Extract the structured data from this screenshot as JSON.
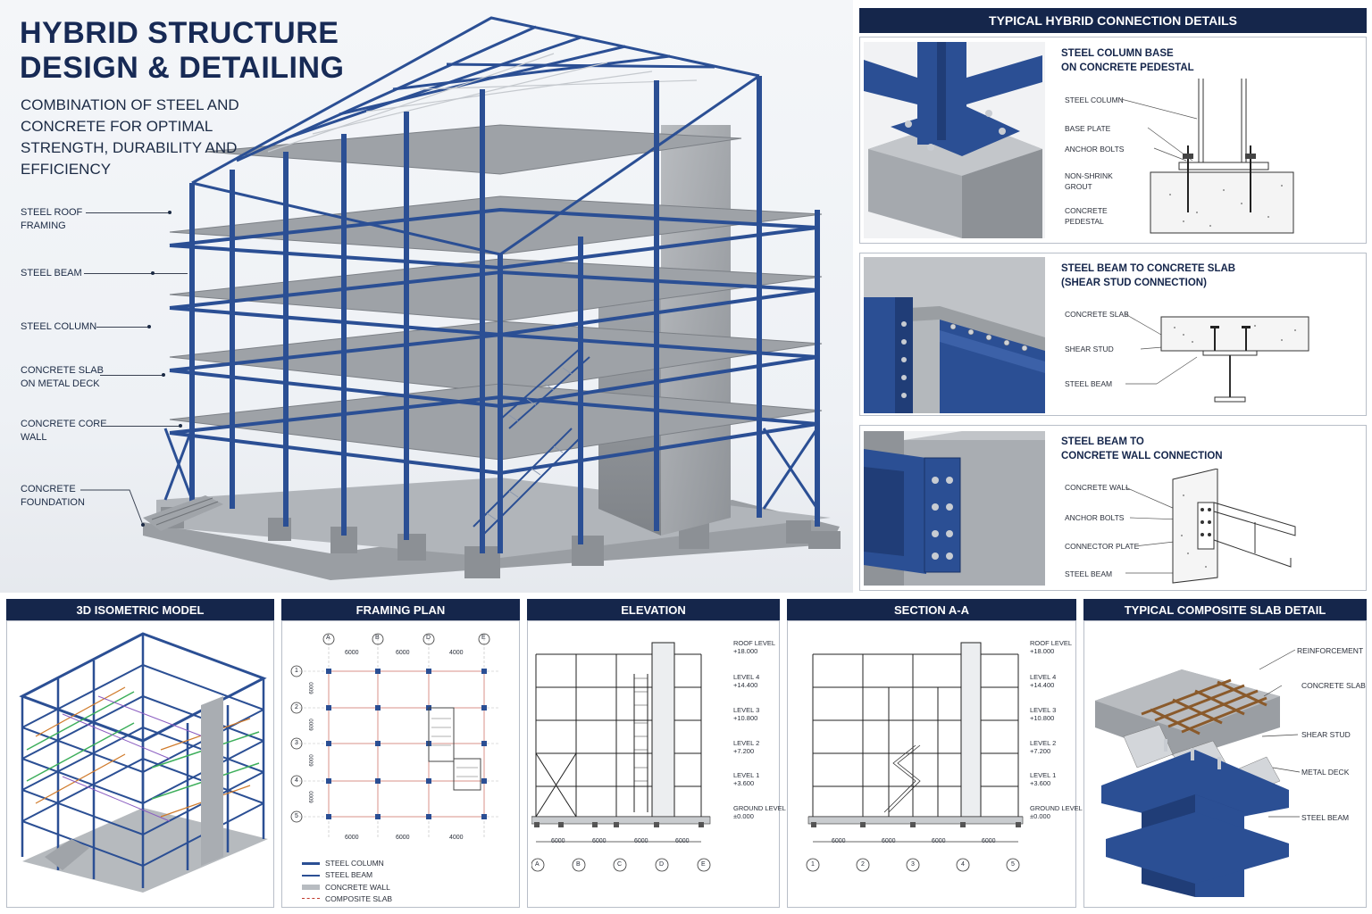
{
  "hero": {
    "title_line1": "HYBRID STRUCTURE",
    "title_line2": "DESIGN & DETAILING",
    "subtitle": "COMBINATION OF STEEL AND CONCRETE FOR OPTIMAL STRENGTH, DURABILITY AND EFFICIENCY",
    "callouts": [
      {
        "line1": "STEEL ROOF",
        "line2": "FRAMING"
      },
      {
        "line1": "STEEL BEAM",
        "line2": ""
      },
      {
        "line1": "STEEL COLUMN",
        "line2": ""
      },
      {
        "line1": "CONCRETE SLAB",
        "line2": "ON METAL DECK"
      },
      {
        "line1": "CONCRETE CORE",
        "line2": "WALL"
      },
      {
        "line1": "CONCRETE",
        "line2": "FOUNDATION"
      }
    ]
  },
  "connections": {
    "header": "TYPICAL HYBRID CONNECTION DETAILS",
    "details": [
      {
        "title_line1": "STEEL COLUMN BASE",
        "title_line2": "ON CONCRETE PEDESTAL",
        "labels": [
          "STEEL COLUMN",
          "BASE PLATE",
          "ANCHOR BOLTS",
          "NON-SHRINK",
          "GROUT",
          "CONCRETE",
          "PEDESTAL"
        ]
      },
      {
        "title_line1": "STEEL BEAM TO CONCRETE SLAB",
        "title_line2": "(SHEAR STUD CONNECTION)",
        "labels": [
          "CONCRETE SLAB",
          "SHEAR STUD",
          "STEEL BEAM"
        ]
      },
      {
        "title_line1": "STEEL BEAM TO",
        "title_line2": "CONCRETE WALL CONNECTION",
        "labels": [
          "CONCRETE WALL",
          "ANCHOR BOLTS",
          "CONNECTOR PLATE",
          "STEEL BEAM"
        ]
      }
    ]
  },
  "panels": {
    "iso": {
      "header": "3D ISOMETRIC MODEL"
    },
    "plan": {
      "header": "FRAMING PLAN",
      "grid_letters": [
        "A",
        "B",
        "D",
        "E"
      ],
      "grid_numbers": [
        "1",
        "2",
        "3",
        "4",
        "5"
      ],
      "top_dims": [
        "6000",
        "6000",
        "4000"
      ],
      "bottom_dims": [
        "6000",
        "6000",
        "4000"
      ],
      "side_dims": [
        "6000",
        "6000",
        "6000",
        "6000"
      ],
      "legend": [
        "STEEL COLUMN",
        "STEEL BEAM",
        "CONCRETE WALL",
        "COMPOSITE SLAB"
      ]
    },
    "elevation": {
      "header": "ELEVATION",
      "levels": [
        {
          "name": "ROOF LEVEL",
          "value": "+18.000"
        },
        {
          "name": "LEVEL 4",
          "value": "+14.400"
        },
        {
          "name": "LEVEL 3",
          "value": "+10.800"
        },
        {
          "name": "LEVEL 2",
          "value": "+7.200"
        },
        {
          "name": "LEVEL 1",
          "value": "+3.600"
        },
        {
          "name": "GROUND LEVEL",
          "value": "±0.000"
        }
      ],
      "dims": [
        "6000",
        "6000",
        "6000",
        "6000"
      ],
      "grids": [
        "A",
        "B",
        "C",
        "D",
        "E"
      ]
    },
    "section": {
      "header": "SECTION A-A",
      "levels": [
        {
          "name": "ROOF LEVEL",
          "value": "+18.000"
        },
        {
          "name": "LEVEL 4",
          "value": "+14.400"
        },
        {
          "name": "LEVEL 3",
          "value": "+10.800"
        },
        {
          "name": "LEVEL 2",
          "value": "+7.200"
        },
        {
          "name": "LEVEL 1",
          "value": "+3.600"
        },
        {
          "name": "GROUND LEVEL",
          "value": "±0.000"
        }
      ],
      "dims": [
        "6000",
        "6000",
        "6000",
        "6000"
      ],
      "grids": [
        "1",
        "2",
        "3",
        "4",
        "5"
      ]
    },
    "slab": {
      "header": "TYPICAL COMPOSITE SLAB DETAIL",
      "labels": [
        "REINFORCEMENT",
        "CONCRETE SLAB",
        "SHEAR STUD",
        "METAL DECK",
        "STEEL BEAM"
      ]
    }
  },
  "colors": {
    "navy": "#15264b",
    "steel": "#2b4f94",
    "concrete": "#a9adb2",
    "red": "#c0392b"
  }
}
